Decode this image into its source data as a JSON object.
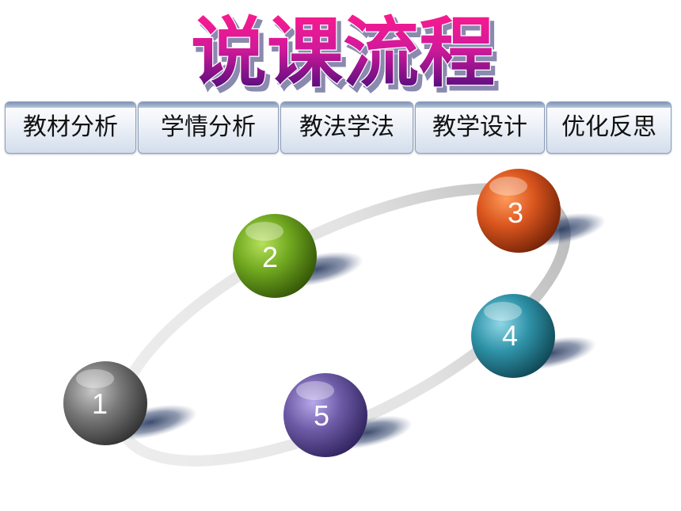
{
  "title": "说课流程",
  "nav": {
    "tabs": [
      {
        "label": "教材分析"
      },
      {
        "label": "学情分析"
      },
      {
        "label": "教法学法"
      },
      {
        "label": "教学设计"
      },
      {
        "label": "优化反思"
      }
    ]
  },
  "steps": [
    {
      "label": "1",
      "color": "#6e6e6e"
    },
    {
      "label": "2",
      "color": "#6fa71f"
    },
    {
      "label": "3",
      "color": "#d9551e"
    },
    {
      "label": "4",
      "color": "#2f93a8"
    },
    {
      "label": "5",
      "color": "#6d5aa6"
    }
  ]
}
